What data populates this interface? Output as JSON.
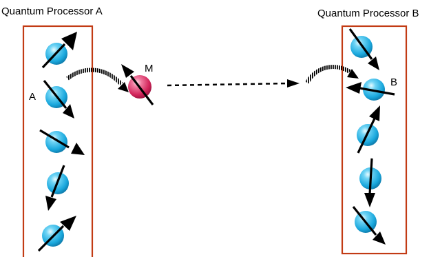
{
  "processor_a": {
    "title": "Quantum Processor A",
    "qubit_label": "A",
    "spins": [
      "up-right",
      "down-right",
      "down-right",
      "down",
      "up-right"
    ]
  },
  "processor_b": {
    "title": "Quantum Processor B",
    "qubit_label": "B",
    "spins": [
      "down-right",
      "left",
      "up",
      "down",
      "down-right"
    ]
  },
  "mediator": {
    "label": "M",
    "spin": "up-left"
  },
  "colors": {
    "frame": "#c23b14",
    "qubit": "#1aa8dd",
    "mediator": "#d2245a",
    "arrow": "#000000"
  }
}
